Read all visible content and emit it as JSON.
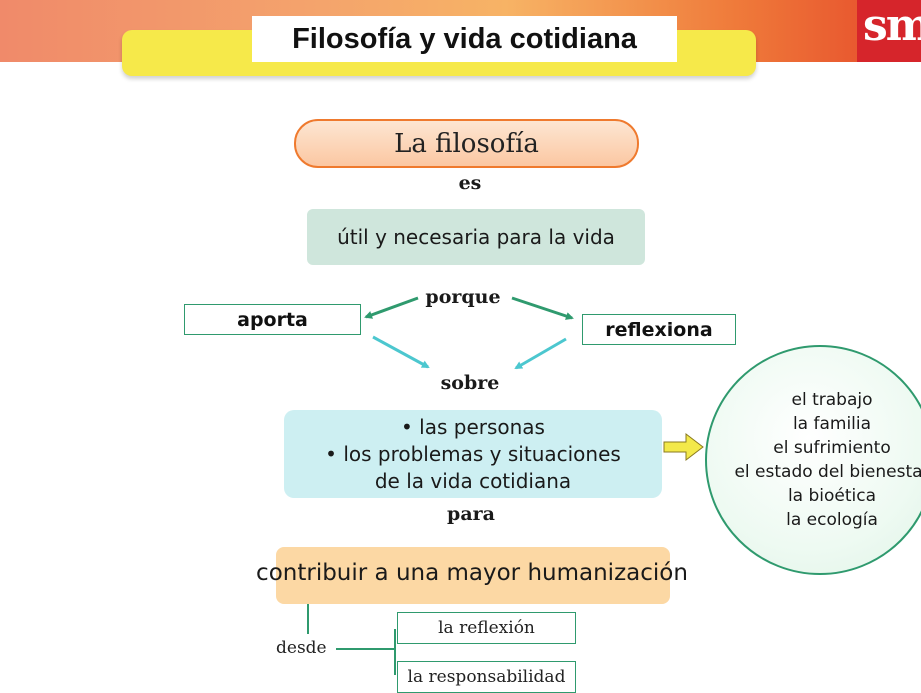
{
  "header": {
    "title": "Filosofía y vida cotidiana",
    "logo_text": "sm",
    "colors": {
      "band_start": "#f08a6a",
      "band_end": "#e5482a",
      "title_bar": "#f6e94a",
      "logo_bg": "#d6252b"
    }
  },
  "diagram": {
    "subject": "La filosofía",
    "link_es": "es",
    "util_box": "útil y necesaria para la vida",
    "link_porque": "porque",
    "left_tag": "aporta",
    "right_tag": "reflexiona",
    "link_sobre": "sobre",
    "topics": [
      "• las personas",
      "• los problemas y situaciones",
      "de la vida cotidiana"
    ],
    "link_para": "para",
    "goal": "contribuir a una mayor humanización",
    "link_desde": "desde",
    "desde_items": [
      "la reflexión",
      "la responsabilidad"
    ],
    "examples": [
      "el trabajo",
      "la familia",
      "el sufrimiento",
      "el estado del bienestar",
      "la bioética",
      "la ecología"
    ],
    "colors": {
      "pill_border": "#ef7a2e",
      "util_bg": "#cfe6dc",
      "topics_bg": "#cdeff2",
      "goal_bg": "#fcd8a4",
      "green": "#2f9a6e",
      "teal_arrow": "#4cc7cf",
      "yellow_arrow": "#f3e94a"
    }
  }
}
